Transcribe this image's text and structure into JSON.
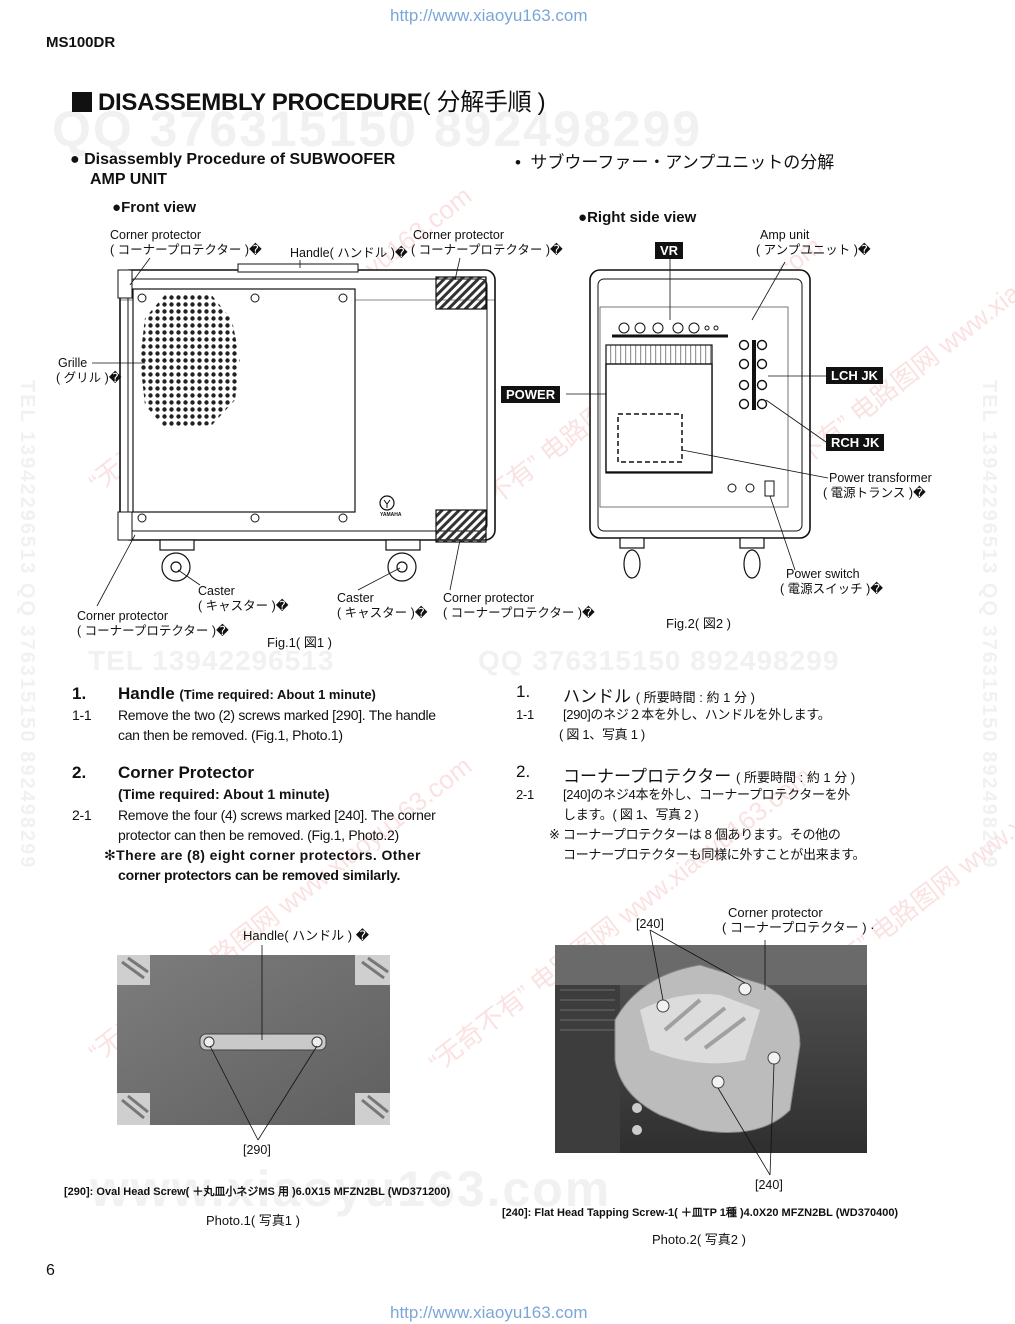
{
  "header": {
    "url": "http://www.xiaoyu163.com",
    "model": "MS100DR",
    "title": "DISASSEMBLY PROCEDURE",
    "title_jp": "( 分解手順 )"
  },
  "watermarks": {
    "qq": "QQ 376315150   892498299",
    "tel": "TEL 13942296513",
    "qq2": "QQ 376315150  892498299",
    "site": "www.xiaoyu163.com",
    "side": "TEL 13942296513  QQ 376315150  892498299",
    "diag": "“无奇不有” 电路图网  www.xiaoyu163.com"
  },
  "section": {
    "title_en": "Disassembly Procedure of SUBWOOFER AMP UNIT",
    "title_en_1": "Disassembly Procedure of SUBWOOFER",
    "title_en_2": "AMP UNIT",
    "title_jp": "サブウーファー・アンプユニットの分解"
  },
  "front_view": {
    "title": "Front view",
    "corner_protector_tl_1": "Corner protector",
    "corner_protector_tl_2": "( コーナープロテクター )�",
    "handle": "Handle( ハンドル )�",
    "corner_protector_tr_1": "Corner protector",
    "corner_protector_tr_2": "( コーナープロテクター )�",
    "grille_1": "Grille",
    "grille_2": "( グリル )�",
    "caster_l_1": "Caster",
    "caster_l_2": "( キャスター )�",
    "caster_r_1": "Caster",
    "caster_r_2": "( キャスター )�",
    "corner_protector_br_1": "Corner protector",
    "corner_protector_br_2": "( コーナープロテクター )�",
    "corner_protector_bl_1": "Corner protector",
    "corner_protector_bl_2": "( コーナープロテクター )�",
    "fig": "Fig.1( 図1 )",
    "logo": "YAMAHA"
  },
  "right_view": {
    "title": "Right side view",
    "vr": "VR",
    "amp_unit_1": "Amp unit",
    "amp_unit_2": "( アンプユニット )�",
    "power": "POWER",
    "lch": "LCH JK",
    "rch": "RCH JK",
    "transformer_1": "Power transformer",
    "transformer_2": "( 電源トランス )�",
    "switch_1": "Power switch",
    "switch_2": "( 電源スイッチ )�",
    "fig": "Fig.2( 図2 )"
  },
  "steps_en": [
    {
      "num": "1.",
      "title": "Handle",
      "time": "(Time required: About 1 minute)",
      "sub": "1-1",
      "line1": "Remove the two (2) screws marked [290]. The handle",
      "line2": "can then be removed. (Fig.1, Photo.1)"
    },
    {
      "num": "2.",
      "title": "Corner Protector",
      "time": "(Time required: About 1 minute)",
      "sub": "2-1",
      "line1": "Remove the four (4) screws marked [240]. The corner",
      "line2": "protector can then be removed. (Fig.1, Photo.2)",
      "note1": "✻There are (8) eight corner protectors. Other",
      "note2": "corner protectors can be removed similarly."
    }
  ],
  "steps_jp": [
    {
      "num": "1.",
      "title": "ハンドル",
      "time": "( 所要時間 : 約 1 分 )",
      "sub": "1-1",
      "line1": "[290]のネジ２本を外し、ハンドルを外します。",
      "line2": "( 図 1、写真 1 )"
    },
    {
      "num": "2.",
      "title": "コーナープロテクター",
      "time": "( 所要時間 : 約 1 分 )",
      "sub": "2-1",
      "line1": "[240]のネジ4本を外し、コーナープロテクターを外",
      "line2": "します。( 図 1、写真 2 )",
      "note1": "※ コーナープロテクターは 8 個あります。その他の",
      "note2": "コーナープロテクターも同様に外すことが出来ます。"
    }
  ],
  "photo1": {
    "handle": "Handle( ハンドル ) �",
    "screw_ref": "[290]",
    "part": "[290]: Oval Head Screw( ＋丸皿小ネジMS 用 )6.0X15 MFZN2BL (WD371200)",
    "caption": "Photo.1( 写真1 )"
  },
  "photo2": {
    "ref_top": "[240]",
    "corner_1": "Corner protector",
    "corner_2": "( コーナープロテクター )  ·",
    "ref_bottom": "[240]",
    "part": "[240]: Flat Head Tapping Screw-1( ＋皿TP 1種 )4.0X20 MFZN2BL (WD370400)",
    "caption": "Photo.2( 写真2 )"
  },
  "footer": {
    "page": "6",
    "url": "http://www.xiaoyu163.com"
  }
}
